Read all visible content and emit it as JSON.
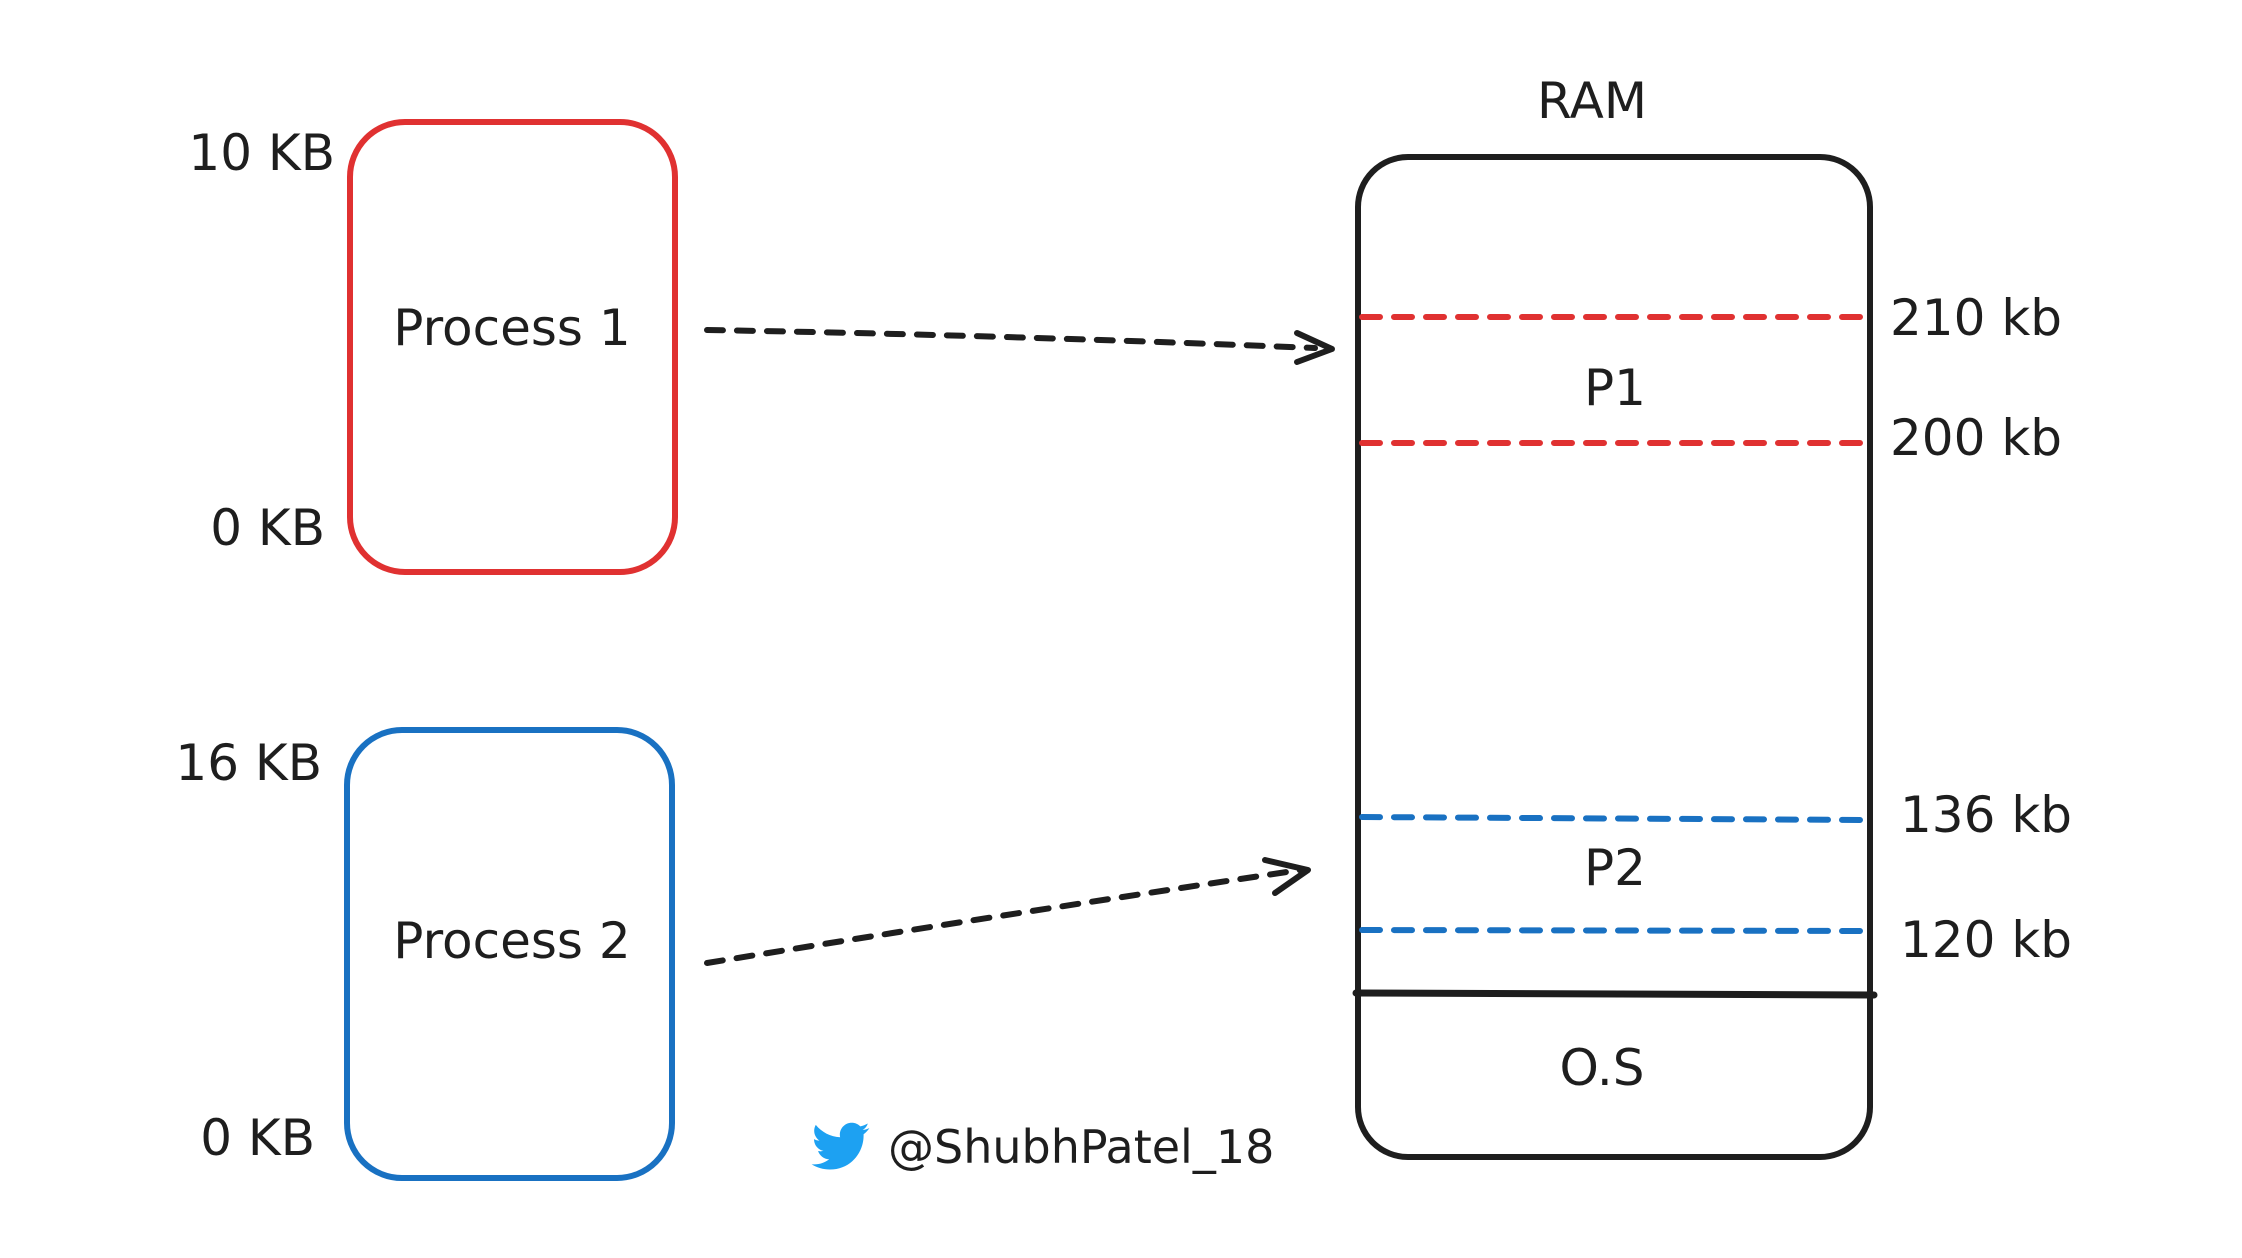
{
  "colors": {
    "process1": "#e03131",
    "process2": "#1971c2",
    "ink": "#1e1e1e",
    "twitter": "#1da1f2"
  },
  "process1": {
    "label": "Process 1",
    "top_label": "10 KB",
    "bottom_label": "0 KB"
  },
  "process2": {
    "label": "Process 2",
    "top_label": "16 KB",
    "bottom_label": "0 KB"
  },
  "ram": {
    "title": "RAM",
    "p1": {
      "label": "P1",
      "upper": "210 kb",
      "lower": "200 kb"
    },
    "p2": {
      "label": "P2",
      "upper": "136 kb",
      "lower": "120 kb"
    },
    "os_label": "O.S"
  },
  "credit": {
    "icon": "twitter-bird-icon",
    "handle": "@ShubhPatel_18"
  }
}
